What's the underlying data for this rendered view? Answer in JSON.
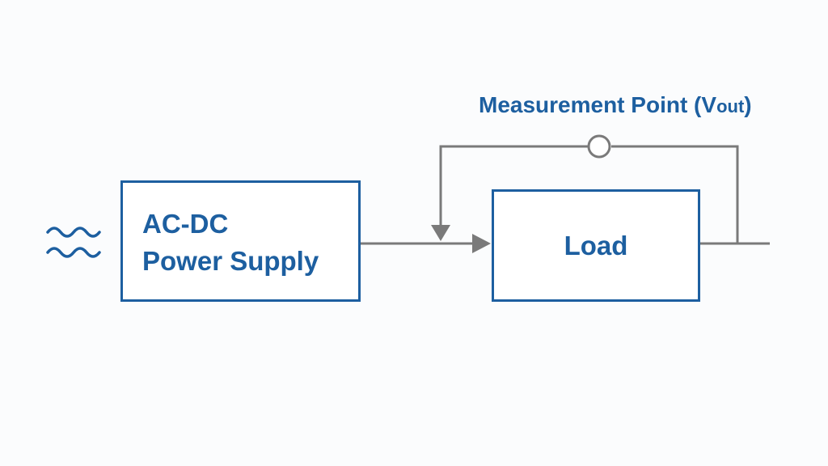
{
  "diagram": {
    "source_block": {
      "line1": "AC-DC",
      "line2": "Power Supply"
    },
    "load_block": {
      "label": "Load"
    },
    "measurement": {
      "label_prefix": "Measurement Point (V",
      "label_sub": "out",
      "label_suffix": ")"
    },
    "icons": {
      "ac_source": "ac-waves-icon",
      "measurement_node": "open-circle-icon"
    },
    "colors": {
      "block_border": "#1d5fa0",
      "text": "#1d5fa0",
      "wire": "#7a7a7a"
    }
  }
}
